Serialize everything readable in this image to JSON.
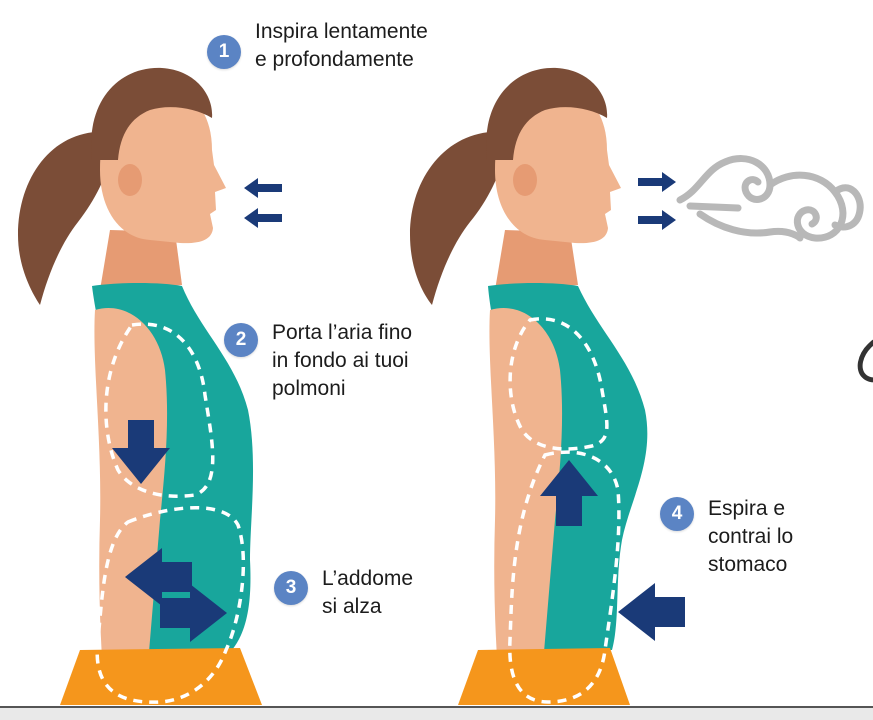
{
  "colors": {
    "skin": "#f0b48f",
    "skin_shadow": "#e69b73",
    "hair": "#7b4d37",
    "tank": "#18a69c",
    "pants": "#f5961c",
    "arrow": "#1a3a78",
    "badge": "#5b84c4",
    "cloud": "#b8b8b8"
  },
  "steps": [
    {
      "number": "1",
      "text": "Inspira lentamente\ne profondamente"
    },
    {
      "number": "2",
      "text": "Porta l’aria fino\nin fondo ai tuoi\npolmoni"
    },
    {
      "number": "3",
      "text": "L’addome\nsi alza"
    },
    {
      "number": "4",
      "text": "Espira e\ncontrai lo\nstomaco"
    }
  ]
}
